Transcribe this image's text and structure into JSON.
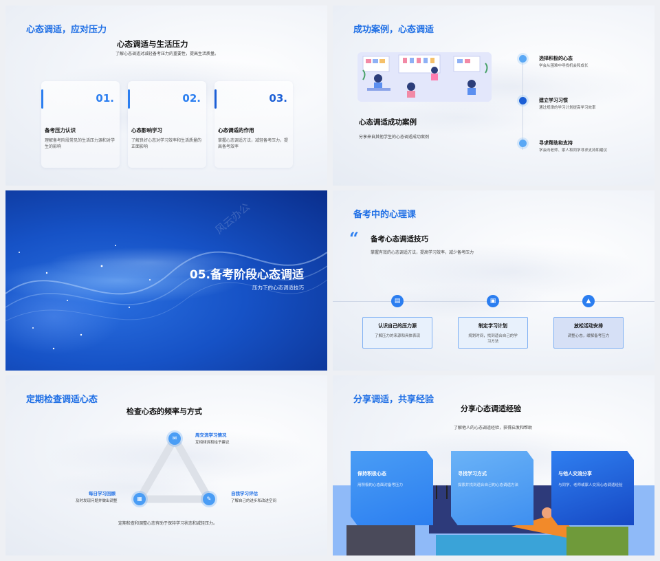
{
  "slide1": {
    "section_title": "心态调适，应对压力",
    "heading": "心态调适与生活压力",
    "subtitle": "了解心态调适对减轻备考压力的重要性，提高生活质量。",
    "cards": [
      {
        "num": "01.",
        "title": "备考压力认识",
        "desc": "理解备考阶段常见的生活压力源和对学生的影响"
      },
      {
        "num": "02.",
        "title": "心态影响学习",
        "desc": "了解良好心态对学习效率和生活质量的正面影响"
      },
      {
        "num": "03.",
        "title": "心态调适的作用",
        "desc": "掌握心态调适方法，减轻备考压力，提高备考效率"
      }
    ]
  },
  "slide2": {
    "section_title": "成功案例，心态调适",
    "heading": "心态调适成功案例",
    "subtitle": "分享来自其他学生的心态调适成功案例",
    "timeline": [
      {
        "title": "选择积极的心态",
        "desc": "学会从困难中寻找机会和成长"
      },
      {
        "title": "建立学习习惯",
        "desc": "通过规律的学习计划提高学习效率"
      },
      {
        "title": "寻求帮助和支持",
        "desc": "学会向老师、家人和同学寻求支持和建议"
      }
    ]
  },
  "slide3": {
    "title": "05.备考阶段心态调适",
    "subtitle": "压力下的心态调适技巧",
    "watermark": "风云办公"
  },
  "slide4": {
    "section_title": "备考中的心理课",
    "heading": "备考心态调适技巧",
    "subtitle": "掌握有效的心态调适方法，提高学习效率，减少备考压力",
    "boxes": [
      {
        "title": "认识自己的压力源",
        "desc": "了解压力的来源和具体表现"
      },
      {
        "title": "制定学习计划",
        "desc": "规划时间，找到适合自己的学习方法"
      },
      {
        "title": "放松活动安排",
        "desc": "调整心态，缓解备考压力"
      }
    ]
  },
  "slide5": {
    "section_title": "定期检查调适心态",
    "heading": "检查心态的频率与方式",
    "footer": "定期检查和调整心态有助于保持学习状态和减轻压力。",
    "points": [
      {
        "title": "周交流学习情况",
        "desc": "互相倾诉和给予建议"
      },
      {
        "title": "每日学习回顾",
        "desc": "及时发现问题并做出调整"
      },
      {
        "title": "自我学习评估",
        "desc": "了解自己的进步和改进空间"
      }
    ]
  },
  "slide6": {
    "section_title": "分享调适，共享经验",
    "heading": "分享心态调适经验",
    "subtitle": "了解他人的心态调适经验，获得启发和帮助",
    "cards": [
      {
        "title": "保持积极心态",
        "desc": "用积极的心态面对备考压力"
      },
      {
        "title": "寻找学习方式",
        "desc": "探索并找到适合自己的心态调适方法"
      },
      {
        "title": "与他人交流分享",
        "desc": "与同学、老师或家人交流心态调适经验"
      }
    ]
  },
  "colors": {
    "accent": "#1f6fe5",
    "deep_blue": "#1652c6"
  }
}
